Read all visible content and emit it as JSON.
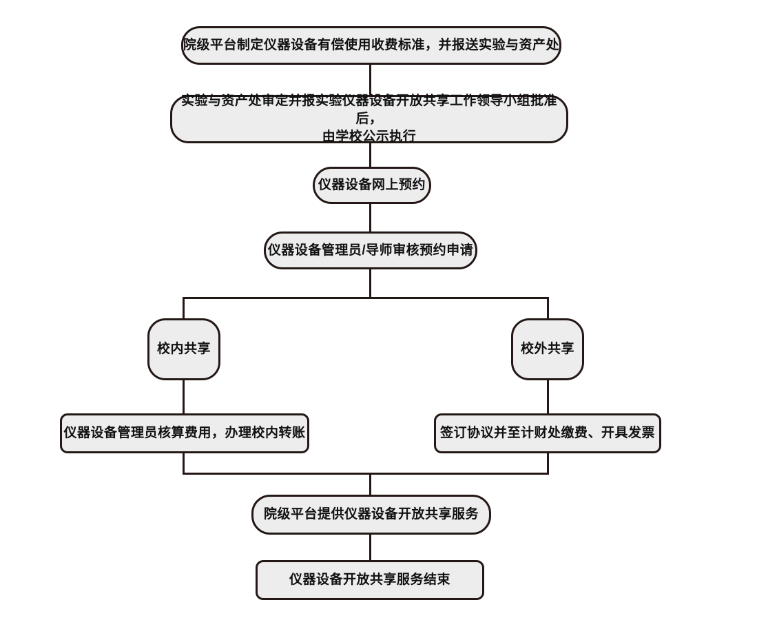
{
  "colors": {
    "background": "#ffffff",
    "node_fill": "#ededed",
    "node_border": "#231815",
    "connector": "#231815",
    "text": "#111111"
  },
  "flowchart": {
    "nodes": {
      "n1": {
        "label": "院级平台制定仪器设备有偿使用收费标准，并报送实验与资产处"
      },
      "n2": {
        "line1": "实验与资产处审定并报实验仪器设备开放共享工作领导小组批准后，",
        "line2": "由学校公示执行"
      },
      "n3": {
        "label": "仪器设备网上预约"
      },
      "n4": {
        "label": "仪器设备管理员/导师审核预约申请"
      },
      "n5": {
        "label": "校内共享"
      },
      "n6": {
        "label": "校外共享"
      },
      "n7": {
        "label": "仪器设备管理员核算费用，办理校内转账"
      },
      "n8": {
        "label": "签订协议并至计财处缴费、开具发票"
      },
      "n9": {
        "label": "院级平台提供仪器设备开放共享服务"
      },
      "n10": {
        "label": "仪器设备开放共享服务结束"
      }
    }
  }
}
